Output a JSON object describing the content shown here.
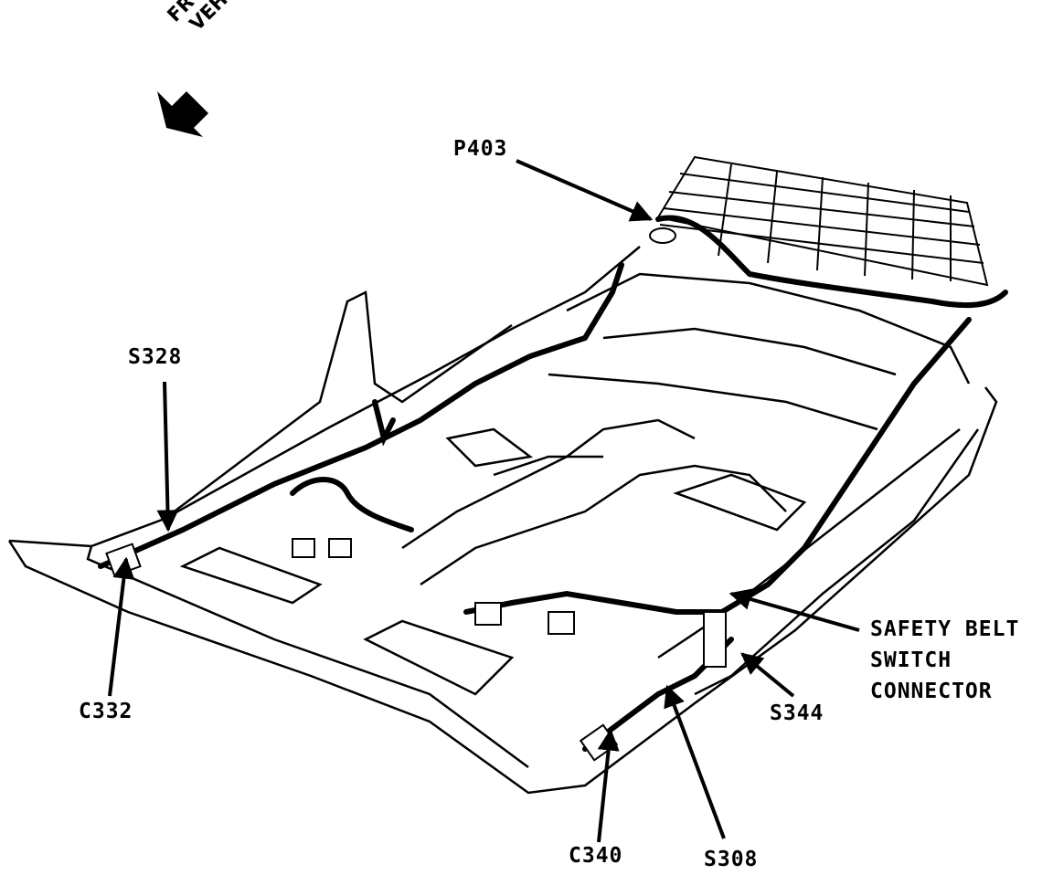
{
  "orientation": {
    "line1": "FRONT OF",
    "line2": "VEHICLE"
  },
  "callouts": {
    "p403": "P403",
    "s328": "S328",
    "c332": "C332",
    "c340": "C340",
    "s308": "S308",
    "s344": "S344",
    "safety_belt": [
      "SAFETY BELT",
      "SWITCH",
      "CONNECTOR"
    ]
  },
  "colors": {
    "ink": "#000000",
    "paper": "#ffffff"
  }
}
